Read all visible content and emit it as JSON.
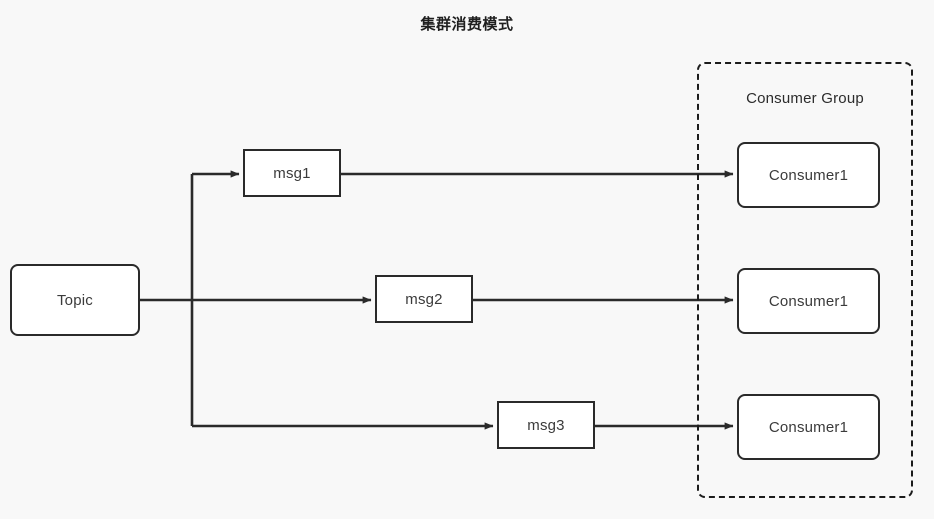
{
  "diagram": {
    "title": "集群消费模式",
    "background_color": "#f8f8f8",
    "stroke_color": "#2a2a2a",
    "text_color": "#3b3b3b",
    "nodes": {
      "topic": {
        "label": "Topic",
        "shape": "rounded-rect"
      },
      "msg1": {
        "label": "msg1",
        "shape": "rect"
      },
      "msg2": {
        "label": "msg2",
        "shape": "rect"
      },
      "msg3": {
        "label": "msg3",
        "shape": "rect"
      },
      "consumer1": {
        "label": "Consumer1",
        "shape": "rounded-rect"
      },
      "consumer2": {
        "label": "Consumer1",
        "shape": "rounded-rect"
      },
      "consumer3": {
        "label": "Consumer1",
        "shape": "rounded-rect"
      }
    },
    "group": {
      "label": "Consumer Group",
      "style": "dashed"
    },
    "edges": [
      {
        "from": "topic",
        "to": "msg1",
        "style": "orthogonal-arrow"
      },
      {
        "from": "topic",
        "to": "msg2",
        "style": "straight-arrow"
      },
      {
        "from": "topic",
        "to": "msg3",
        "style": "orthogonal-arrow"
      },
      {
        "from": "msg1",
        "to": "consumer1",
        "style": "straight-arrow"
      },
      {
        "from": "msg2",
        "to": "consumer2",
        "style": "straight-arrow"
      },
      {
        "from": "msg3",
        "to": "consumer3",
        "style": "straight-arrow"
      }
    ]
  }
}
